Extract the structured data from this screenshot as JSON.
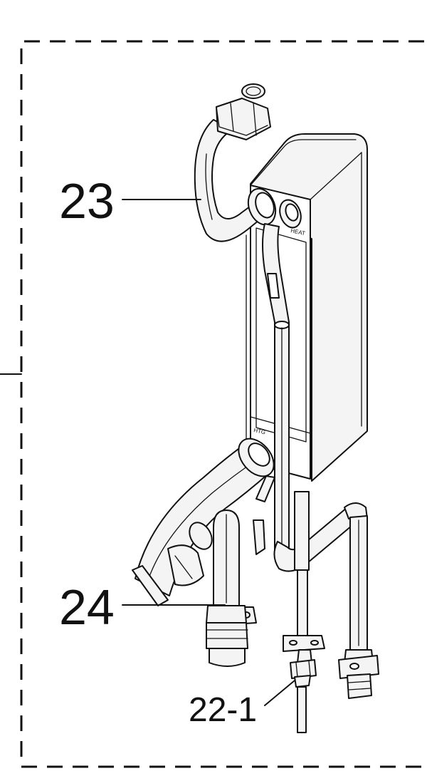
{
  "callouts": {
    "part_23": "23",
    "part_24": "24",
    "part_22_1": "22-1"
  },
  "markings": {
    "outlet_tag": "HEAT",
    "inlet_tag": "HTG"
  },
  "colors": {
    "line": "#111111",
    "background": "#ffffff",
    "fill": "#f4f4f4"
  }
}
